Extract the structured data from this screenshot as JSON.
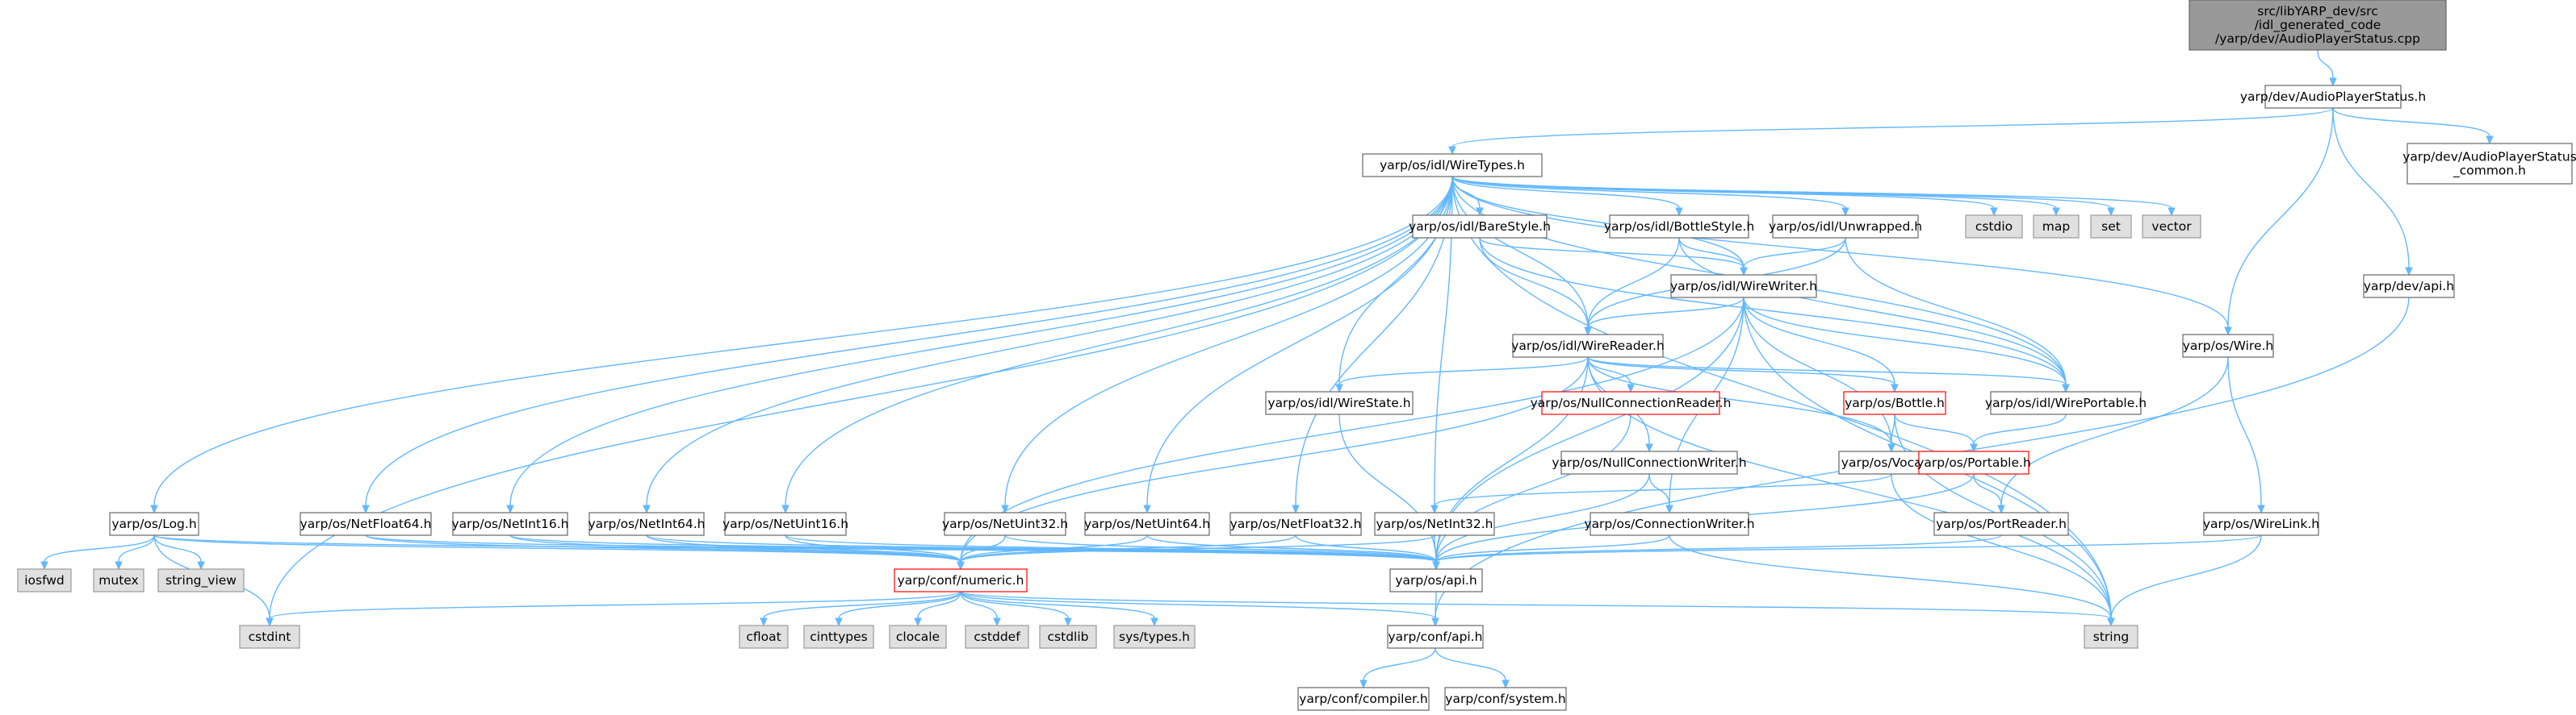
{
  "diagram": {
    "type": "include-dependency-graph",
    "colors": {
      "edge": "#63b8ff",
      "root_fill": "#999999",
      "normal_fill": "#ffffff",
      "normal_border": "#666666",
      "system_fill": "#e0e0e0",
      "system_border": "#999999",
      "truncated_border": "#ff0000"
    },
    "nodes": [
      {
        "id": "root",
        "style": "root",
        "lines": [
          "src/libYARP_dev/src",
          "/idl_generated_code",
          "/yarp/dev/AudioPlayerStatus.cpp"
        ]
      },
      {
        "id": "aps_h",
        "style": "normal",
        "lines": [
          "yarp/dev/AudioPlayerStatus.h"
        ]
      },
      {
        "id": "wiretypes",
        "style": "normal",
        "lines": [
          "yarp/os/idl/WireTypes.h"
        ]
      },
      {
        "id": "aps_common",
        "style": "normal",
        "lines": [
          "yarp/dev/AudioPlayerStatus",
          "_common.h"
        ]
      },
      {
        "id": "dev_api",
        "style": "normal",
        "lines": [
          "yarp/dev/api.h"
        ]
      },
      {
        "id": "wire",
        "style": "normal",
        "lines": [
          "yarp/os/Wire.h"
        ]
      },
      {
        "id": "barestyle",
        "style": "normal",
        "lines": [
          "yarp/os/idl/BareStyle.h"
        ]
      },
      {
        "id": "bottlestyle",
        "style": "normal",
        "lines": [
          "yarp/os/idl/BottleStyle.h"
        ]
      },
      {
        "id": "unwrapped",
        "style": "normal",
        "lines": [
          "yarp/os/idl/Unwrapped.h"
        ]
      },
      {
        "id": "cstdio",
        "style": "system",
        "lines": [
          "cstdio"
        ]
      },
      {
        "id": "map",
        "style": "system",
        "lines": [
          "map"
        ]
      },
      {
        "id": "set",
        "style": "system",
        "lines": [
          "set"
        ]
      },
      {
        "id": "vector",
        "style": "system",
        "lines": [
          "vector"
        ]
      },
      {
        "id": "wirewriter",
        "style": "normal",
        "lines": [
          "yarp/os/idl/WireWriter.h"
        ]
      },
      {
        "id": "wirereader",
        "style": "normal",
        "lines": [
          "yarp/os/idl/WireReader.h"
        ]
      },
      {
        "id": "wirestate",
        "style": "normal",
        "lines": [
          "yarp/os/idl/WireState.h"
        ]
      },
      {
        "id": "nullconnreader",
        "style": "truncated",
        "lines": [
          "yarp/os/NullConnectionReader.h"
        ]
      },
      {
        "id": "bottle",
        "style": "truncated",
        "lines": [
          "yarp/os/Bottle.h"
        ]
      },
      {
        "id": "wireportable",
        "style": "normal",
        "lines": [
          "yarp/os/idl/WirePortable.h"
        ]
      },
      {
        "id": "nullconnwriter",
        "style": "normal",
        "lines": [
          "yarp/os/NullConnectionWriter.h"
        ]
      },
      {
        "id": "vocab",
        "style": "normal",
        "lines": [
          "yarp/os/Vocab.h"
        ]
      },
      {
        "id": "portable",
        "style": "truncated",
        "lines": [
          "yarp/os/Portable.h"
        ]
      },
      {
        "id": "log",
        "style": "normal",
        "lines": [
          "yarp/os/Log.h"
        ]
      },
      {
        "id": "netfloat64",
        "style": "normal",
        "lines": [
          "yarp/os/NetFloat64.h"
        ]
      },
      {
        "id": "netint16",
        "style": "normal",
        "lines": [
          "yarp/os/NetInt16.h"
        ]
      },
      {
        "id": "netint64",
        "style": "normal",
        "lines": [
          "yarp/os/NetInt64.h"
        ]
      },
      {
        "id": "netuint16",
        "style": "normal",
        "lines": [
          "yarp/os/NetUint16.h"
        ]
      },
      {
        "id": "netuint32",
        "style": "normal",
        "lines": [
          "yarp/os/NetUint32.h"
        ]
      },
      {
        "id": "netuint64",
        "style": "normal",
        "lines": [
          "yarp/os/NetUint64.h"
        ]
      },
      {
        "id": "netfloat32",
        "style": "normal",
        "lines": [
          "yarp/os/NetFloat32.h"
        ]
      },
      {
        "id": "netint32",
        "style": "normal",
        "lines": [
          "yarp/os/NetInt32.h"
        ]
      },
      {
        "id": "connwriter",
        "style": "normal",
        "lines": [
          "yarp/os/ConnectionWriter.h"
        ]
      },
      {
        "id": "portreader",
        "style": "normal",
        "lines": [
          "yarp/os/PortReader.h"
        ]
      },
      {
        "id": "wirelink",
        "style": "normal",
        "lines": [
          "yarp/os/WireLink.h"
        ]
      },
      {
        "id": "iosfwd",
        "style": "system",
        "lines": [
          "iosfwd"
        ]
      },
      {
        "id": "mutex",
        "style": "system",
        "lines": [
          "mutex"
        ]
      },
      {
        "id": "string_view",
        "style": "system",
        "lines": [
          "string_view"
        ]
      },
      {
        "id": "numeric",
        "style": "truncated",
        "lines": [
          "yarp/conf/numeric.h"
        ]
      },
      {
        "id": "os_api",
        "style": "normal",
        "lines": [
          "yarp/os/api.h"
        ]
      },
      {
        "id": "cstdint",
        "style": "system",
        "lines": [
          "cstdint"
        ]
      },
      {
        "id": "cfloat",
        "style": "system",
        "lines": [
          "cfloat"
        ]
      },
      {
        "id": "cinttypes",
        "style": "system",
        "lines": [
          "cinttypes"
        ]
      },
      {
        "id": "clocale",
        "style": "system",
        "lines": [
          "clocale"
        ]
      },
      {
        "id": "cstddef",
        "style": "system",
        "lines": [
          "cstddef"
        ]
      },
      {
        "id": "cstdlib",
        "style": "system",
        "lines": [
          "cstdlib"
        ]
      },
      {
        "id": "systypes",
        "style": "system",
        "lines": [
          "sys/types.h"
        ]
      },
      {
        "id": "string",
        "style": "system",
        "lines": [
          "string"
        ]
      },
      {
        "id": "conf_api",
        "style": "normal",
        "lines": [
          "yarp/conf/api.h"
        ]
      },
      {
        "id": "compiler",
        "style": "normal",
        "lines": [
          "yarp/conf/compiler.h"
        ]
      },
      {
        "id": "system",
        "style": "normal",
        "lines": [
          "yarp/conf/system.h"
        ]
      }
    ],
    "edges": [
      [
        "root",
        "aps_h"
      ],
      [
        "aps_h",
        "wiretypes"
      ],
      [
        "aps_h",
        "aps_common"
      ],
      [
        "aps_h",
        "dev_api"
      ],
      [
        "aps_h",
        "wire"
      ],
      [
        "wiretypes",
        "log"
      ],
      [
        "wiretypes",
        "netfloat64"
      ],
      [
        "wiretypes",
        "netint16"
      ],
      [
        "wiretypes",
        "netint64"
      ],
      [
        "wiretypes",
        "netuint16"
      ],
      [
        "wiretypes",
        "netuint32"
      ],
      [
        "wiretypes",
        "netuint64"
      ],
      [
        "wiretypes",
        "netfloat32"
      ],
      [
        "wiretypes",
        "netint32"
      ],
      [
        "wiretypes",
        "wirestate"
      ],
      [
        "wiretypes",
        "barestyle"
      ],
      [
        "wiretypes",
        "bottlestyle"
      ],
      [
        "wiretypes",
        "unwrapped"
      ],
      [
        "wiretypes",
        "wirewriter"
      ],
      [
        "wiretypes",
        "wirereader"
      ],
      [
        "wiretypes",
        "wireportable"
      ],
      [
        "wiretypes",
        "cstdio"
      ],
      [
        "wiretypes",
        "map"
      ],
      [
        "wiretypes",
        "set"
      ],
      [
        "wiretypes",
        "vector"
      ],
      [
        "wiretypes",
        "wire"
      ],
      [
        "wiretypes",
        "string"
      ],
      [
        "wiretypes",
        "cstdint"
      ],
      [
        "barestyle",
        "wirewriter"
      ],
      [
        "barestyle",
        "wirereader"
      ],
      [
        "barestyle",
        "wireportable"
      ],
      [
        "bottlestyle",
        "wirewriter"
      ],
      [
        "bottlestyle",
        "wirereader"
      ],
      [
        "bottlestyle",
        "wireportable"
      ],
      [
        "unwrapped",
        "wirewriter"
      ],
      [
        "unwrapped",
        "wirereader"
      ],
      [
        "unwrapped",
        "wireportable"
      ],
      [
        "wirewriter",
        "wirereader"
      ],
      [
        "wirewriter",
        "wireportable"
      ],
      [
        "wirewriter",
        "bottle"
      ],
      [
        "wirewriter",
        "vocab"
      ],
      [
        "wirewriter",
        "connwriter"
      ],
      [
        "wirewriter",
        "numeric"
      ],
      [
        "wirewriter",
        "os_api"
      ],
      [
        "wirewriter",
        "string"
      ],
      [
        "wirereader",
        "wirestate"
      ],
      [
        "wirereader",
        "nullconnreader"
      ],
      [
        "wirereader",
        "bottle"
      ],
      [
        "wirereader",
        "wireportable"
      ],
      [
        "wirereader",
        "nullconnwriter"
      ],
      [
        "wirereader",
        "vocab"
      ],
      [
        "wirereader",
        "numeric"
      ],
      [
        "wirereader",
        "os_api"
      ],
      [
        "wirereader",
        "string"
      ],
      [
        "wirestate",
        "os_api"
      ],
      [
        "nullconnreader",
        "os_api"
      ],
      [
        "bottle",
        "vocab"
      ],
      [
        "bottle",
        "portable"
      ],
      [
        "bottle",
        "string"
      ],
      [
        "wireportable",
        "portable"
      ],
      [
        "nullconnwriter",
        "connwriter"
      ],
      [
        "nullconnwriter",
        "os_api"
      ],
      [
        "vocab",
        "netint32"
      ],
      [
        "vocab",
        "string"
      ],
      [
        "portable",
        "portreader"
      ],
      [
        "portable",
        "os_api"
      ],
      [
        "wire",
        "portreader"
      ],
      [
        "wire",
        "wirelink"
      ],
      [
        "dev_api",
        "conf_api"
      ],
      [
        "log",
        "iosfwd"
      ],
      [
        "log",
        "mutex"
      ],
      [
        "log",
        "string_view"
      ],
      [
        "log",
        "cstdint"
      ],
      [
        "log",
        "numeric"
      ],
      [
        "log",
        "os_api"
      ],
      [
        "netfloat64",
        "numeric"
      ],
      [
        "netfloat64",
        "os_api"
      ],
      [
        "netint16",
        "numeric"
      ],
      [
        "netint16",
        "os_api"
      ],
      [
        "netint64",
        "numeric"
      ],
      [
        "netint64",
        "os_api"
      ],
      [
        "netuint16",
        "numeric"
      ],
      [
        "netuint16",
        "os_api"
      ],
      [
        "netuint32",
        "numeric"
      ],
      [
        "netuint32",
        "os_api"
      ],
      [
        "netuint64",
        "numeric"
      ],
      [
        "netuint64",
        "os_api"
      ],
      [
        "netfloat32",
        "numeric"
      ],
      [
        "netfloat32",
        "os_api"
      ],
      [
        "netint32",
        "numeric"
      ],
      [
        "netint32",
        "os_api"
      ],
      [
        "connwriter",
        "os_api"
      ],
      [
        "connwriter",
        "string"
      ],
      [
        "portreader",
        "os_api"
      ],
      [
        "wirelink",
        "os_api"
      ],
      [
        "wirelink",
        "string"
      ],
      [
        "numeric",
        "cstdint"
      ],
      [
        "numeric",
        "cfloat"
      ],
      [
        "numeric",
        "cinttypes"
      ],
      [
        "numeric",
        "clocale"
      ],
      [
        "numeric",
        "cstddef"
      ],
      [
        "numeric",
        "cstdlib"
      ],
      [
        "numeric",
        "systypes"
      ],
      [
        "numeric",
        "string"
      ],
      [
        "numeric",
        "conf_api"
      ],
      [
        "os_api",
        "conf_api"
      ],
      [
        "conf_api",
        "compiler"
      ],
      [
        "conf_api",
        "system"
      ]
    ]
  }
}
